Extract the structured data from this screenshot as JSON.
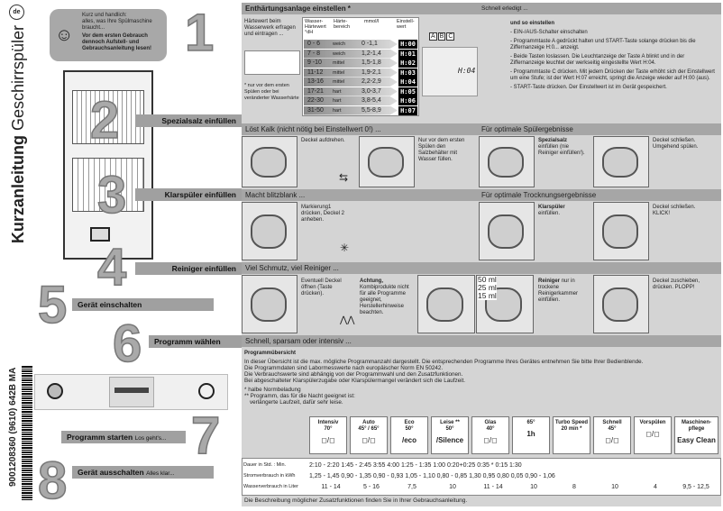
{
  "left": {
    "lang_badge": "de",
    "title_bold": "Kurzanleitung",
    "title_normal": "Geschirrspüler",
    "intro": {
      "line1": "Kurz und handlich:",
      "line2": "alles, was Ihre Spülmaschine",
      "line3": "braucht...",
      "bold": "Vor dem ersten Gebrauch dennoch Aufstell- und Gebrauchsanleitung lesen!",
      "icon": "smiley-icon"
    },
    "barcode_text": "9001208360 (9610) 642B MA",
    "steps": [
      {
        "num": "1"
      },
      {
        "num": "2",
        "label": "Spezialsalz einfüllen"
      },
      {
        "num": "3",
        "label": "Klarspüler einfüllen"
      },
      {
        "num": "4",
        "label": "Reiniger einfüllen"
      },
      {
        "num": "5",
        "label": "Gerät einschalten"
      },
      {
        "num": "6",
        "label": "Programm wählen"
      },
      {
        "num": "7",
        "label": "Programm starten",
        "sub": "Los geht's..."
      },
      {
        "num": "8",
        "label": "Gerät ausschalten",
        "sub": "Alles klar..."
      }
    ]
  },
  "s1": {
    "title": "Enthärtungsanlage einstellen *",
    "right_title": "Schnell erledigt ...",
    "ask": "Härtewert beim Wasserwerk erfragen und eintragen ...",
    "note": "* nur vor dem ersten Spülen oder bei veränderter Wasserhärte",
    "headers": [
      "Wasser-Härtewert °dH",
      "Härte-bereich",
      "mmol/l",
      "Einstell-wert"
    ],
    "rows": [
      [
        "0 - 6",
        "weich",
        "0 -1,1",
        "H:00"
      ],
      [
        "7 - 8",
        "weich",
        "1,2-1,4",
        "H:01"
      ],
      [
        "9 -10",
        "mittel",
        "1,5-1,8",
        "H:02"
      ],
      [
        "11-12",
        "mittel",
        "1,9-2,1",
        "H:03"
      ],
      [
        "13-16",
        "mittel",
        "2,2-2,9",
        "H:04"
      ],
      [
        "17-21",
        "hart",
        "3,0-3,7",
        "H:05"
      ],
      [
        "22-30",
        "hart",
        "3,8-5,4",
        "H:06"
      ],
      [
        "31-50",
        "hart",
        "5,5-8,9",
        "H:07"
      ]
    ],
    "keys": [
      "A",
      "B",
      "C"
    ],
    "display": "H:04",
    "how_title": "und so einstellen",
    "how": [
      "- EIN-/AUS-Schalter einschalten",
      "- Programmtaste A gedrückt halten und START-Taste solange drücken bis die Ziffernanzeige H:0... anzeigt.",
      "- Beide Tasten loslassen. Die Leuchtanzeige der Taste A blinkt und in der Ziffernanzeige leuchtet der werkseitig eingestellte Wert H:04.",
      "- Programmtaste C drücken. Mit jedem Drücken der Taste erhöht sich der Einstellwert um eine Stufe; ist der Wert H:07 erreicht, springt die Anzeige wieder auf H:00 (aus).",
      "- START-Taste drücken. Der Einstellwert ist im Gerät gespeichert."
    ]
  },
  "s2": {
    "bar_left": "Löst Kalk (nicht nötig bei Einstellwert 0!) ...",
    "bar_right": "Für optimale Spülergebnisse",
    "t1": "Deckel aufdrehen.",
    "t2": "Nur vor dem ersten Spülen den Salzbehälter mit Wasser füllen.",
    "t3_bold": "Spezialsalz",
    "t3": "einfüllen (nie Reiniger einfüllen!).",
    "t4": "Deckel schließen. Umgehend spülen."
  },
  "s3": {
    "bar_left": "Macht blitzblank ...",
    "bar_right": "Für optimale Trocknungsergebnisse",
    "t1": "Markierung1 drücken, Deckel 2 anheben.",
    "t2_bold": "Klarspüler",
    "t2": "einfüllen.",
    "t3": "Deckel schließen. KLICK!"
  },
  "s4": {
    "bar_left": "Viel Schmutz, viel Reiniger ...",
    "t1": "Eventuell Deckel öffnen (Taste drücken).",
    "t2_bold": "Achtung,",
    "t2": "Kombiprodukte nicht für alle Programme geeignet, Herstellerhinweise beachten.",
    "ml": [
      "50 ml",
      "25 ml",
      "15 ml"
    ],
    "t3_bold": "Reiniger",
    "t3": "nur in trockene Reinigerkammer einfüllen.",
    "t4": "Deckel zuschieben, drücken. PLOPP!"
  },
  "s5": {
    "bar": "Schnell, sparsam oder intensiv ...",
    "title": "Programmübersicht",
    "p": [
      "In dieser Übersicht ist die max. mögliche Programmanzahl dargestellt. Die entsprechenden Programme Ihres Gerätes entnehmen Sie bitte Ihrer Bedienblende.",
      "Die Programmdaten sind Labormesswerte nach europäischer Norm EN 50242.",
      "Die Verbrauchswerte sind abhängig von der Programmwahl und den Zusatzfunktionen.",
      "Bei abgeschalteter Klarspülerzugabe oder Klarspülermangel verändert sich die Laufzeit."
    ],
    "n1": "* halbe Normbeladung",
    "n2": "** Programm, das für die Nacht geeignet ist:",
    "n3": "verlängerte Laufzeit, dafür sehr leise.",
    "programs": [
      {
        "name": "Intensiv",
        "temp": "70°",
        "icon": "pot-icon"
      },
      {
        "name": "Auto",
        "temp": "45° / 65°",
        "icon": "auto-pot-icon"
      },
      {
        "name": "Eco",
        "temp": "50°",
        "icon": "eco-icon",
        "extra": "/eco"
      },
      {
        "name": "Leise **",
        "temp": "50°",
        "icon": "silence-icon",
        "extra": "/Silence"
      },
      {
        "name": "Glas",
        "temp": "40°",
        "icon": "glass-icon"
      },
      {
        "name": "",
        "temp": "65°",
        "icon": "1h-icon",
        "extra": "1h"
      },
      {
        "name": "Turbo Speed",
        "temp": "20 min *",
        "icon": ""
      },
      {
        "name": "Schnell",
        "temp": "45°",
        "icon": "quick-icon"
      },
      {
        "name": "Vorspülen",
        "temp": "",
        "icon": "prerinse-icon"
      },
      {
        "name": "Maschinen-pflege",
        "temp": "",
        "icon": "easy-clean-icon",
        "extra": "Easy Clean"
      }
    ],
    "row_labels": [
      "Dauer in Std. : Min.",
      "Stromverbrauch in kWh",
      "Wasserverbrauch in Liter"
    ],
    "duration": "2:10 - 2:20 1:45 - 2:45 3:55 4:00 1:25 - 1:35 1:00 0:20+0:25 0:35 * 0:15 1:30",
    "energy": "1,25 - 1,45 0,90 - 1,35 0,90 - 0,93 1,05 - 1,10 0,80 - 0,85 1,30 0,95 0,80 0,05 0,90 - 1,06",
    "water": [
      "11 - 14",
      "5 - 16",
      "7,5",
      "10",
      "11 - 14",
      "10",
      "8",
      "10",
      "4",
      "9,5 - 12,5"
    ],
    "footer": "Die Beschreibung möglicher Zusatzfunktionen finden Sie in Ihrer Gebrauchsanleitung."
  }
}
